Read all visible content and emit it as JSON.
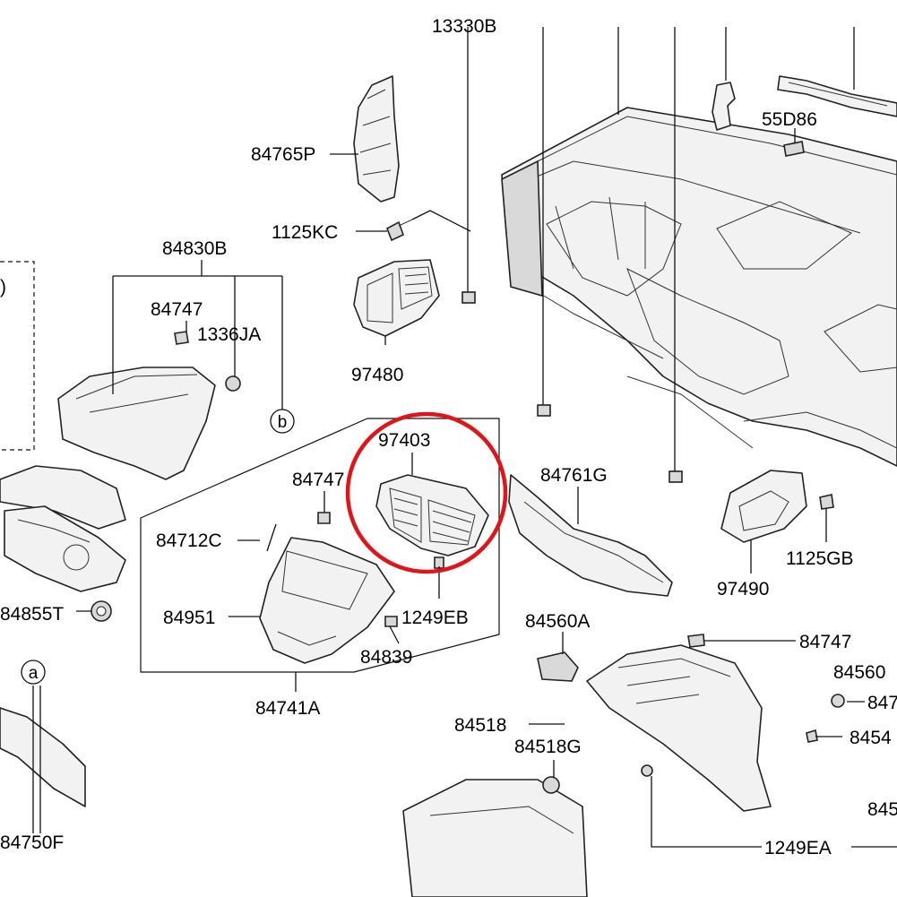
{
  "labels": {
    "top_cut": "13330B",
    "p84765P": "84765P",
    "p55D86": "55D86",
    "p1125KC": "1125KC",
    "p84830B": "84830B",
    "p84747_a": "84747",
    "p1336JA": "1336JA",
    "p97480": "97480",
    "p97403": "97403",
    "p84747_b": "84747",
    "p84761G": "84761G",
    "p84712C": "84712C",
    "p84951": "84951",
    "p1249EB": "1249EB",
    "p84839": "84839",
    "p84741A": "84741A",
    "p84855T": "84855T",
    "p1125GB": "1125GB",
    "p97490": "97490",
    "p84560A": "84560A",
    "p84747_c": "84747",
    "p84560_cut": "84560",
    "p847_cut": "847",
    "p84518": "84518",
    "p84518G": "84518G",
    "p8454_cut": "8454",
    "p845_cut": "845",
    "p1249EA": "1249EA",
    "p84750F": "84750F",
    "left_cut": ")"
  },
  "callouts": {
    "a": "a",
    "b": "b"
  },
  "highlight": {
    "color": "#e1141a",
    "target": "97403"
  }
}
